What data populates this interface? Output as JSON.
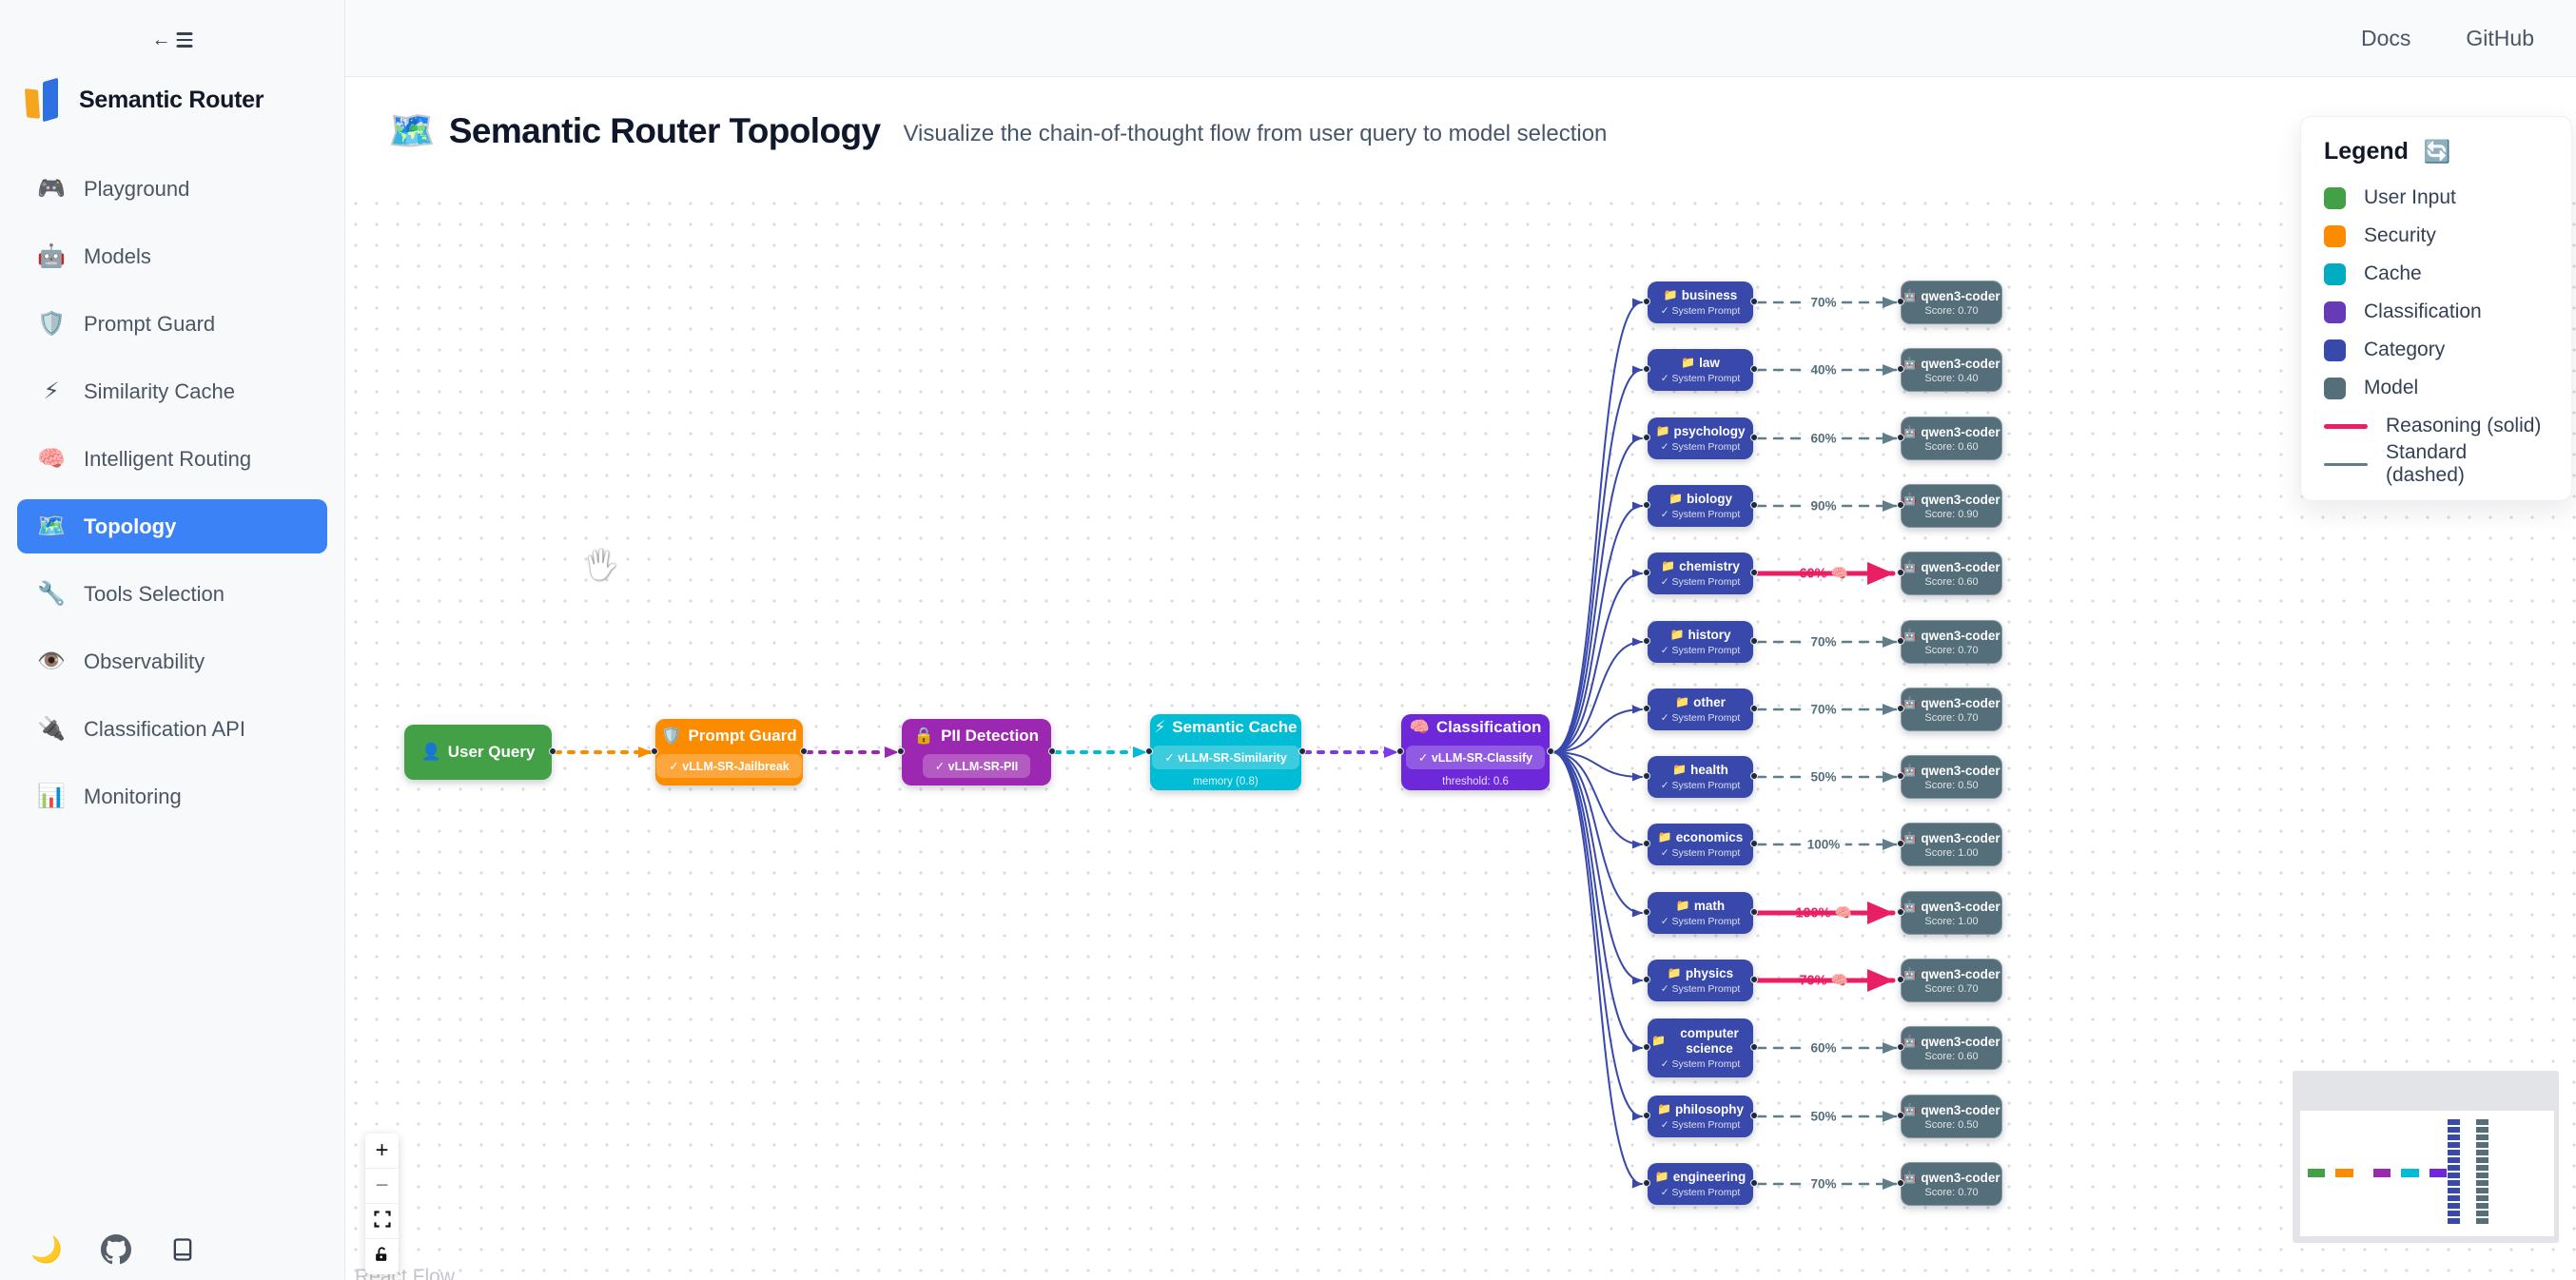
{
  "sidebar": {
    "brand": "Semantic Router",
    "items": [
      {
        "icon": "🎮",
        "label": "Playground",
        "active": false
      },
      {
        "icon": "🤖",
        "label": "Models",
        "active": false
      },
      {
        "icon": "🛡️",
        "label": "Prompt Guard",
        "active": false
      },
      {
        "icon": "⚡",
        "label": "Similarity Cache",
        "active": false
      },
      {
        "icon": "🧠",
        "label": "Intelligent Routing",
        "active": false
      },
      {
        "icon": "🗺️",
        "label": "Topology",
        "active": true
      },
      {
        "icon": "🔧",
        "label": "Tools Selection",
        "active": false
      },
      {
        "icon": "👁️",
        "label": "Observability",
        "active": false
      },
      {
        "icon": "🔌",
        "label": "Classification API",
        "active": false
      },
      {
        "icon": "📊",
        "label": "Monitoring",
        "active": false
      }
    ],
    "footer_icons": {
      "theme_toggle": "🌙"
    }
  },
  "topbar": {
    "links": [
      {
        "label": "Docs"
      },
      {
        "label": "GitHub"
      }
    ]
  },
  "header": {
    "icon": "🗺️",
    "title": "Semantic Router Topology",
    "subtitle": "Visualize the chain-of-thought flow from user query to model selection"
  },
  "legend": {
    "title": "Legend",
    "refresh_icon": "🔄",
    "items": [
      {
        "label": "User Input",
        "color": "#43a047"
      },
      {
        "label": "Security",
        "color": "#fb8c00"
      },
      {
        "label": "Cache",
        "color": "#00acc1"
      },
      {
        "label": "Classification",
        "color": "#673ab7"
      },
      {
        "label": "Category",
        "color": "#3949ab"
      },
      {
        "label": "Model",
        "color": "#546e7a"
      }
    ],
    "edge_types": [
      {
        "label": "Reasoning (solid)",
        "color": "#e91e63",
        "dashed": false
      },
      {
        "label": "Standard (dashed)",
        "color": "#607d8b",
        "dashed": true
      }
    ]
  },
  "pipeline": {
    "nodes": [
      {
        "icon": "👤",
        "title": "User Query",
        "color": "#43a047"
      },
      {
        "icon": "🛡️",
        "title": "Prompt Guard",
        "badge": "✓ vLLM-SR-Jailbreak",
        "color": "#fb8c00"
      },
      {
        "icon": "🔒",
        "title": "PII Detection",
        "badge": "✓ vLLM-SR-PII",
        "color": "#9c27b0"
      },
      {
        "icon": "⚡",
        "title": "Semantic Cache",
        "badge": "✓ vLLM-SR-Similarity",
        "sub": "memory (0.8)",
        "color": "#00bcd4"
      },
      {
        "icon": "🧠",
        "title": "Classification",
        "badge": "✓ vLLM-SR-Classify",
        "sub": "threshold: 0.6",
        "color": "#6d28d9"
      }
    ],
    "edge_colors": [
      "#fb8c00",
      "#9c27b0",
      "#00bcd4",
      "#7c3aed"
    ]
  },
  "categories": {
    "icon": "📁",
    "subtitle": "✓ System Prompt",
    "color": "#3949ab",
    "rows": [
      {
        "name": "business",
        "percent": "70%",
        "reasoning": false,
        "score": "Score: 0.70"
      },
      {
        "name": "law",
        "percent": "40%",
        "reasoning": false,
        "score": "Score: 0.40"
      },
      {
        "name": "psychology",
        "percent": "60%",
        "reasoning": false,
        "score": "Score: 0.60"
      },
      {
        "name": "biology",
        "percent": "90%",
        "reasoning": false,
        "score": "Score: 0.90"
      },
      {
        "name": "chemistry",
        "percent": "60%",
        "reasoning": true,
        "score": "Score: 0.60"
      },
      {
        "name": "history",
        "percent": "70%",
        "reasoning": false,
        "score": "Score: 0.70"
      },
      {
        "name": "other",
        "percent": "70%",
        "reasoning": false,
        "score": "Score: 0.70"
      },
      {
        "name": "health",
        "percent": "50%",
        "reasoning": false,
        "score": "Score: 0.50"
      },
      {
        "name": "economics",
        "percent": "100%",
        "reasoning": false,
        "score": "Score: 1.00"
      },
      {
        "name": "math",
        "percent": "100%",
        "reasoning": true,
        "score": "Score: 1.00"
      },
      {
        "name": "physics",
        "percent": "70%",
        "reasoning": true,
        "score": "Score: 0.70"
      },
      {
        "name": "computer science",
        "percent": "60%",
        "reasoning": false,
        "score": "Score: 0.60"
      },
      {
        "name": "philosophy",
        "percent": "50%",
        "reasoning": false,
        "score": "Score: 0.50"
      },
      {
        "name": "engineering",
        "percent": "70%",
        "reasoning": false,
        "score": "Score: 0.70"
      }
    ]
  },
  "model": {
    "icon": "🤖",
    "name": "qwen3-coder",
    "color": "#546e7a"
  },
  "edges": {
    "reasoning_color": "#e91e63",
    "standard_color": "#607d8b",
    "fan_color": "#3949ab",
    "reasoning_icon": "🧠"
  },
  "controls": {
    "zoom_in": "+",
    "zoom_out": "−"
  },
  "attribution": "React Flow"
}
